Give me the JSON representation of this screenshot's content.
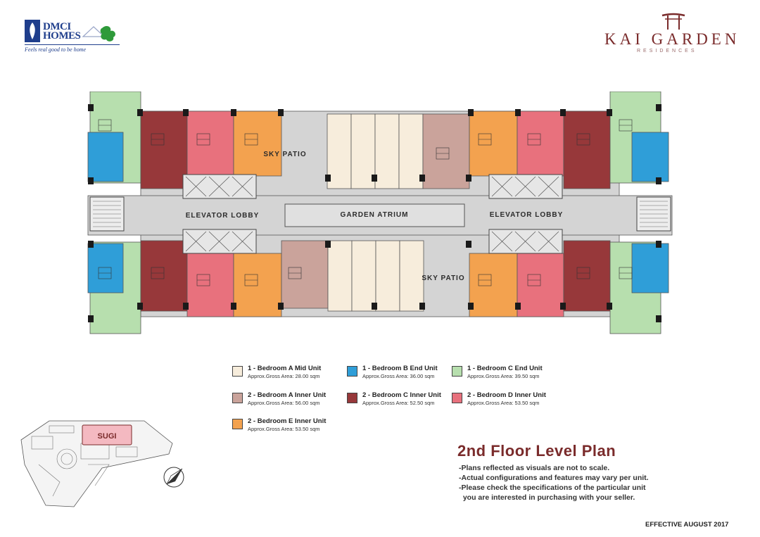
{
  "header": {
    "developer_logo": {
      "line1": "DMCI",
      "line2": "HOMES",
      "tagline": "Feels real good to be home"
    },
    "project_logo": {
      "title": "KAI GARDEN",
      "subtitle": "RESIDENCES"
    }
  },
  "plan_labels": {
    "sky_patio_top": "SKY PATIO",
    "sky_patio_bottom": "SKY PATIO",
    "elevator_lobby_left": "ELEVATOR LOBBY",
    "elevator_lobby_right": "ELEVATOR LOBBY",
    "garden_atrium": "GARDEN ATRIUM"
  },
  "colors": {
    "bedroom_a_mid": "#f7eddc",
    "bedroom_b_end": "#2f9ed8",
    "bedroom_c_end": "#b7dfae",
    "bedroom_2a_inner": "#caa39b",
    "bedroom_2c_inner": "#97383a",
    "bedroom_2d_inner": "#e8717d",
    "bedroom_2e_inner": "#f3a24f",
    "corridor": "#d4d4d4",
    "wall": "#1a1a1a"
  },
  "legend": [
    {
      "name": "1 - Bedroom A Mid Unit",
      "area": "Approx.Gross Area: 28.00 sqm",
      "color": "#f7eddc"
    },
    {
      "name": "1 - Bedroom B End Unit",
      "area": "Approx.Gross Area: 36.00 sqm",
      "color": "#2f9ed8"
    },
    {
      "name": "1 - Bedroom C End Unit",
      "area": "Approx.Gross Area: 39.50 sqm",
      "color": "#b7dfae"
    },
    {
      "name": "2 - Bedroom A Inner Unit",
      "area": "Approx.Gross Area: 56.00 sqm",
      "color": "#caa39b"
    },
    {
      "name": "2 - Bedroom C Inner Unit",
      "area": "Approx.Gross Area: 52.50 sqm",
      "color": "#97383a"
    },
    {
      "name": "2 - Bedroom D Inner Unit",
      "area": "Approx.Gross Area: 53.50 sqm",
      "color": "#e8717d"
    },
    {
      "name": "2 - Bedroom E Inner Unit",
      "area": "Approx.Gross Area: 53.50 sqm",
      "color": "#f3a24f"
    }
  ],
  "key_map": {
    "building_label": "SUGI"
  },
  "title": "2nd Floor Level Plan",
  "notes": [
    "-Plans reflected as visuals are not to scale.",
    "-Actual configurations and features may vary per unit.",
    "-Please check the specifications of the particular unit",
    "  you are interested in purchasing with your seller."
  ],
  "effective": "EFFECTIVE AUGUST 2017"
}
